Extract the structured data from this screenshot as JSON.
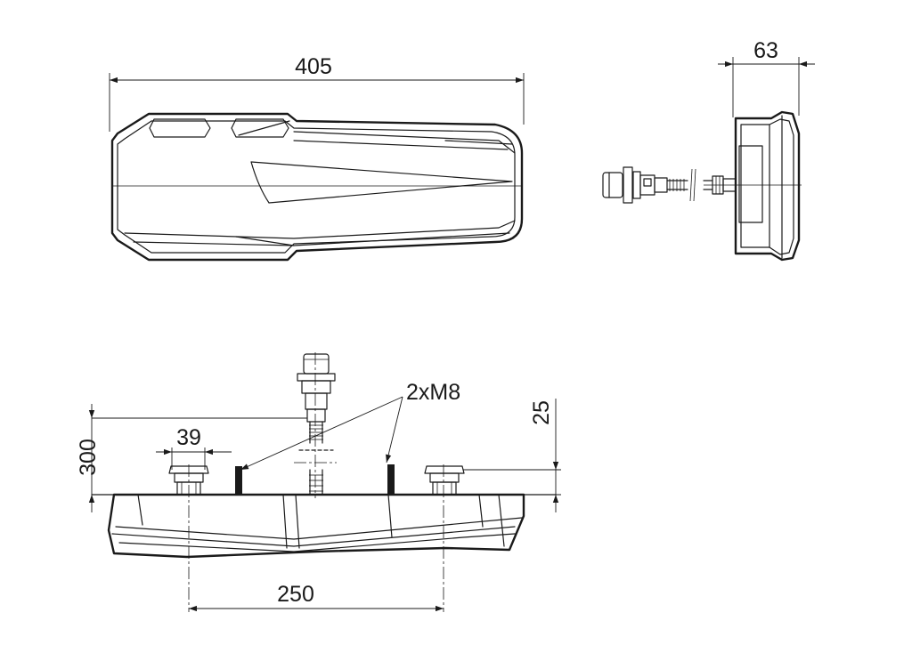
{
  "dimensions": {
    "top_length": "405",
    "side_depth": "63",
    "thread": "2xM8",
    "height_offset": "25",
    "cable_length": "300",
    "stud_width": "39",
    "stud_spacing": "250"
  }
}
